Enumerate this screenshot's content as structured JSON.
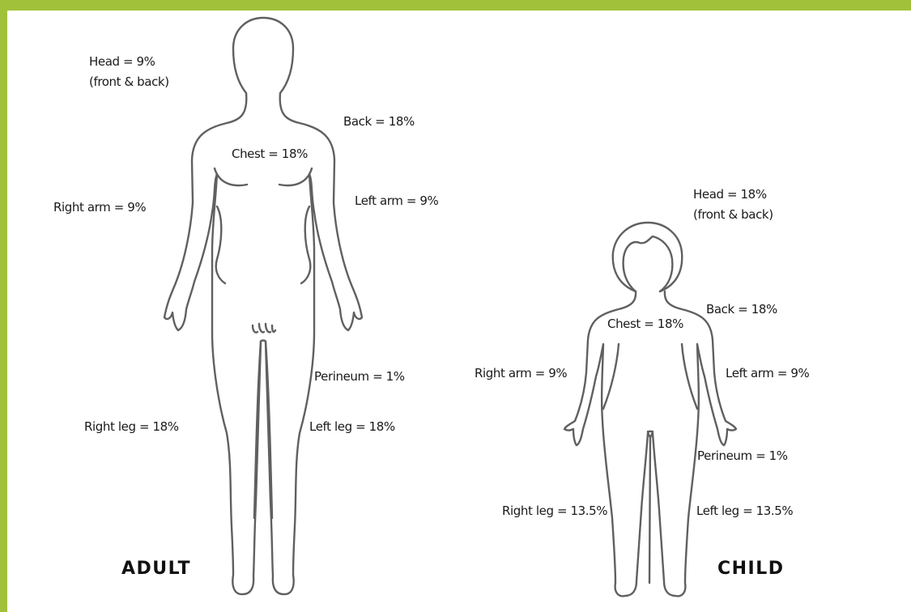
{
  "colors": {
    "accent": "#a2c13a",
    "outline": "#606060",
    "text": "#1a1a1a"
  },
  "adult": {
    "title": "ADULT",
    "head": "Head = 9%",
    "head_note": "(front & back)",
    "back": "Back = 18%",
    "chest": "Chest = 18%",
    "right_arm": "Right arm = 9%",
    "left_arm": "Left arm = 9%",
    "perineum": "Perineum = 1%",
    "right_leg": "Right leg = 18%",
    "left_leg": "Left leg = 18%"
  },
  "child": {
    "title": "CHILD",
    "head": "Head = 18%",
    "head_note": "(front & back)",
    "back": "Back = 18%",
    "chest": "Chest = 18%",
    "right_arm": "Right arm = 9%",
    "left_arm": "Left arm = 9%",
    "perineum": "Perineum = 1%",
    "right_leg": "Right leg = 13.5%",
    "left_leg": "Left leg = 13.5%"
  }
}
